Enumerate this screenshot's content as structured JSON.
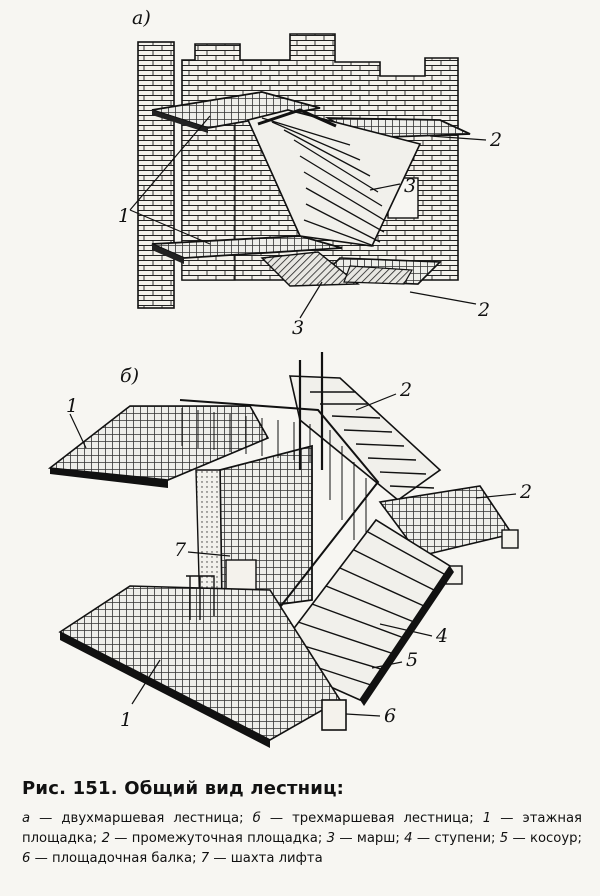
{
  "figure_labels": {
    "panel_a": "а)",
    "panel_b": "б)",
    "a_1": "1",
    "a_2_top": "2",
    "a_3_side": "3",
    "a_2_bottom": "2",
    "a_3_bottom": "3",
    "b_1_top": "1",
    "b_2_top": "2",
    "b_2_right": "2",
    "b_7": "7",
    "b_4": "4",
    "b_5": "5",
    "b_1_bottom": "1",
    "b_6": "6"
  },
  "caption": {
    "title": "Рис. 151. Общий вид лестниц:",
    "items": [
      {
        "key": "а",
        "text": "— двухмаршевая лестница;"
      },
      {
        "key": "б",
        "text": "— трехмаршевая лестница;"
      },
      {
        "key": "1",
        "text": "— этажная площадка;"
      },
      {
        "key": "2",
        "text": "— промежуточная площадка;"
      },
      {
        "key": "3",
        "text": "— марш;"
      },
      {
        "key": "4",
        "text": "— ступени;"
      },
      {
        "key": "5",
        "text": "— косоур;"
      },
      {
        "key": "6",
        "text": "— площадочная балка;"
      },
      {
        "key": "7",
        "text": "— шахта лифта"
      }
    ]
  }
}
